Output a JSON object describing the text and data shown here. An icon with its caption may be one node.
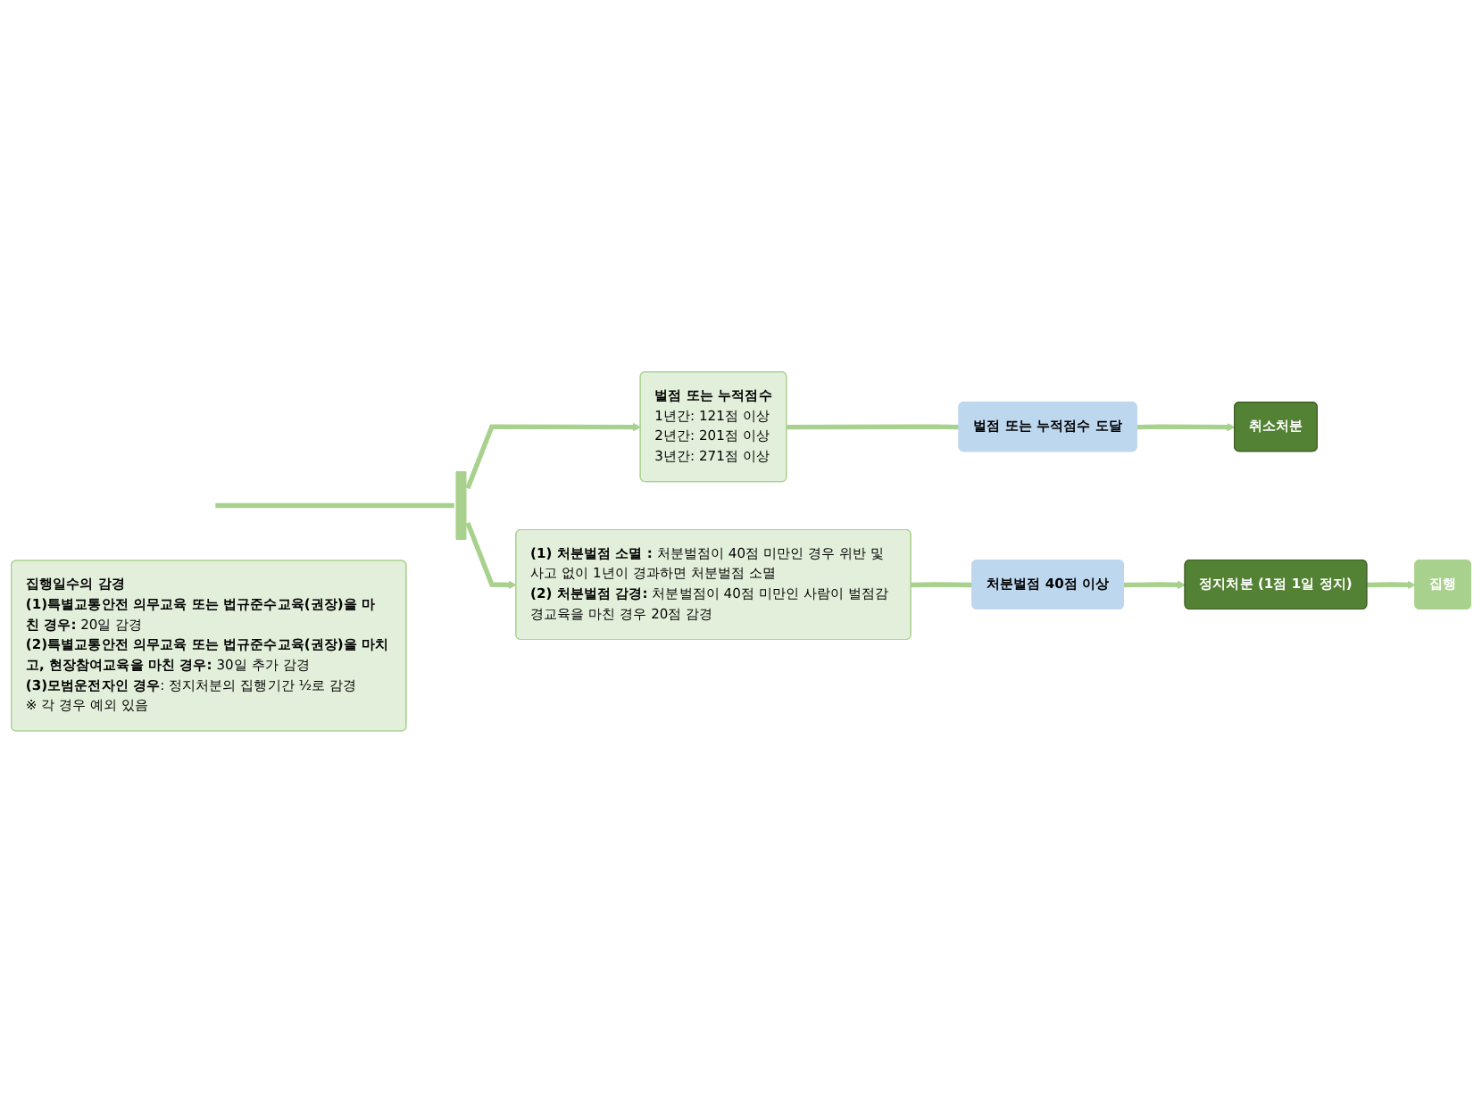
{
  "diagram": {
    "nodes": [
      {
        "text": [],
        "shape": "bar"
      },
      {
        "text": [
          "벌점 또는 누적점수",
          "1년간: 121점 이상",
          "2년간: 201점 이상",
          "3년간: 271점 이상"
        ]
      },
      {
        "text": [
          "**(1) 처분벌점 소멸 :** 처분벌점이 40점 미만인 경우 위반 및 사고 없이 1년이 경과하면 처분벌점 소멸",
          "**(2) 처분벌점 감경:** 처분벌점이 40점 미만인 사람이 벌점감경교육을 마친 경우 20점 감경"
        ]
      },
      {
        "text": [
          "벌점 또는 누적점수 도달"
        ]
      },
      {
        "text": [
          "취소처분"
        ]
      },
      {
        "text": [
          "처분벌점 40점 이상"
        ]
      },
      {
        "text": [
          "정지처분 (1점 1일 정지)"
        ]
      },
      {
        "text": [
          "집행일수의 감경",
          "**(1)특별교통안전 의무교육 또는 법규준수교육(권장)을 마친 경우:** 20일 감경",
          "**(2)특별교통안전 의무교육 또는 법규준수교육(권장)을 마치고, 현장참여교육을 마친 경우:** 30일 추가 감경",
          "**(3)모범운전자인 경우**: 정지처분의 집행기간 ½로 감경",
          "※ 각 경우 예외 있음"
        ]
      },
      {
        "text": [
          "집행"
        ]
      }
    ],
    "edges": [
      {
        "from": null,
        "to": 0,
        "arrow": "none"
      },
      {
        "from": 0,
        "to": 1,
        "arrow": "to"
      },
      {
        "from": 0,
        "to": 2,
        "arrow": "to"
      },
      {
        "from": 1,
        "to": 3,
        "arrow": "none"
      },
      {
        "from": 3,
        "to": 4,
        "arrow": "to"
      },
      {
        "from": 2,
        "to": 5,
        "arrow": "none"
      },
      {
        "from": 5,
        "to": 6,
        "arrow": "to"
      },
      {
        "from": 6,
        "to": 8,
        "arrow": "to"
      }
    ]
  }
}
